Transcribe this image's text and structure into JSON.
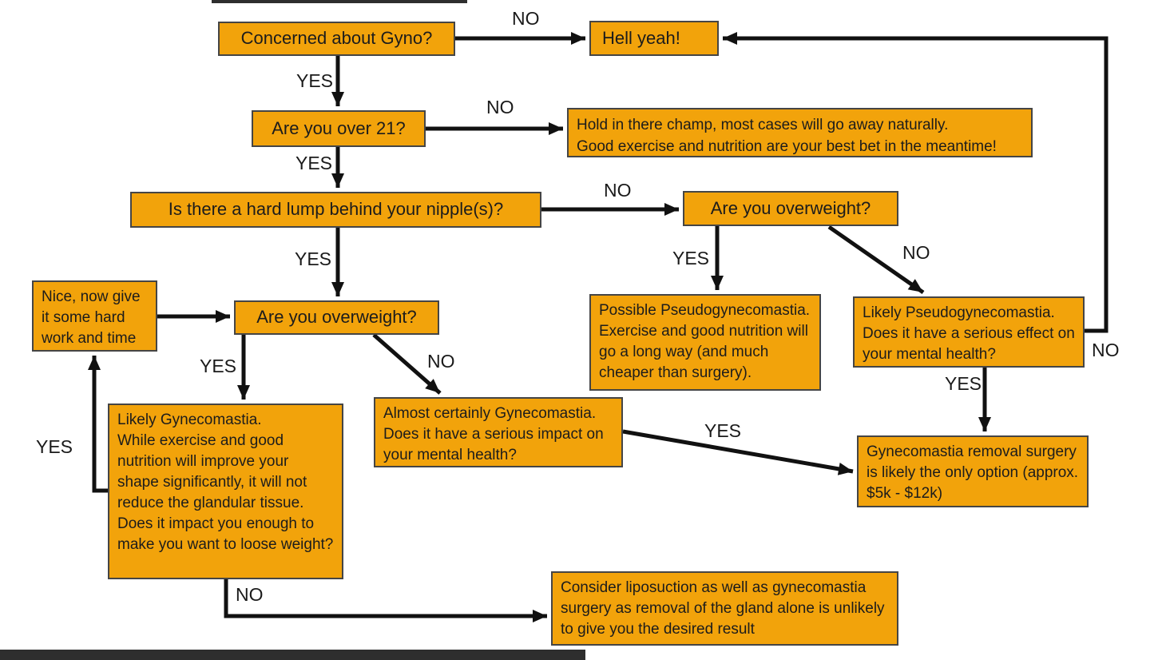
{
  "diagram": {
    "type": "flowchart",
    "topic": "Gynecomastia concern decision flowchart",
    "colors": {
      "box_fill": "#F2A30B",
      "box_border": "#454545",
      "arrow": "#111111",
      "text": "#1c1c1c",
      "background": "#FFFFFF"
    },
    "nodes": {
      "concerned": {
        "label": "Concerned about Gyno?"
      },
      "hell_yeah": {
        "label": "Hell yeah!"
      },
      "over_21": {
        "label": "Are you over 21?"
      },
      "champ": {
        "label": "Hold in there champ, most cases will go away naturally.\nGood exercise and nutrition are your best bet in the meantime!"
      },
      "hard_lump": {
        "label": "Is there a hard lump behind your nipple(s)?"
      },
      "overweight_right": {
        "label": "Are you overweight?"
      },
      "possible_pseudo": {
        "label": "Possible Pseudogynecomastia.\nExercise and good nutrition will go a long way (and much cheaper than surgery)."
      },
      "likely_pseudo": {
        "label": "Likely Pseudogynecomastia.\nDoes it have a serious effect on your mental health?"
      },
      "surgery": {
        "label": "Gynecomastia removal surgery is likely the only option (approx. $5k - $12k)"
      },
      "nice": {
        "label": "Nice, now give it some hard work and time"
      },
      "overweight_left": {
        "label": "Are you overweight?"
      },
      "likely_gyne": {
        "label": "Likely Gynecomastia.\nWhile exercise and good nutrition will improve your shape significantly, it will not reduce the glandular tissue.\nDoes it impact you enough to make you want to loose weight?"
      },
      "almost_certain": {
        "label": "Almost certainly Gynecomastia.\nDoes it have a serious impact on your mental health?"
      },
      "liposuction": {
        "label": "Consider liposuction as well as gynecomastia surgery as removal of the gland alone is unlikely to give you the desired result"
      }
    },
    "edge_labels": {
      "concerned_no": "NO",
      "concerned_yes": "YES",
      "over21_no": "NO",
      "over21_yes": "YES",
      "lump_no": "NO",
      "lump_yes": "YES",
      "overweight_right_yes": "YES",
      "overweight_right_no": "NO",
      "likely_pseudo_no": "NO",
      "likely_pseudo_yes": "YES",
      "overweight_left_yes": "YES",
      "overweight_left_no": "NO",
      "almost_certain_yes": "YES",
      "likely_gyne_loop_yes": "YES",
      "likely_gyne_no": "NO"
    }
  }
}
